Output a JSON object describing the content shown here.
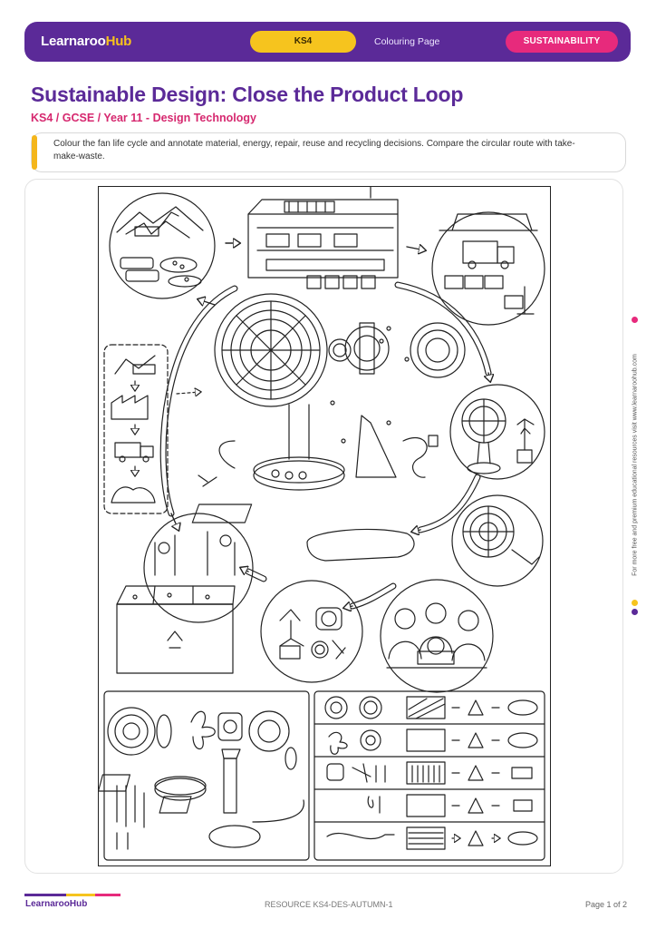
{
  "header": {
    "brand_main": "Learnaroo",
    "brand_accent": "Hub",
    "key_stage": "KS4",
    "page_type": "Colouring Page",
    "topic": "SUSTAINABILITY"
  },
  "title": "Sustainable Design: Close the Product Loop",
  "subtitle": "KS4 / GCSE / Year 11 - Design Technology",
  "instructions": "Colour the fan life cycle and annotate material, energy, repair, reuse and recycling decisions. Compare the circular route with take-make-waste.",
  "side_note": "For more free and premium educational resources visit www.learnaroohub.com",
  "footer": {
    "brand": "LearnarooHub",
    "resource_id": "RESOURCE KS4-DES-AUTUMN-1",
    "page": "Page 1 of 2"
  },
  "colors": {
    "purple": "#5b2a98",
    "yellow": "#f6c41e",
    "pink": "#e72a7c"
  }
}
